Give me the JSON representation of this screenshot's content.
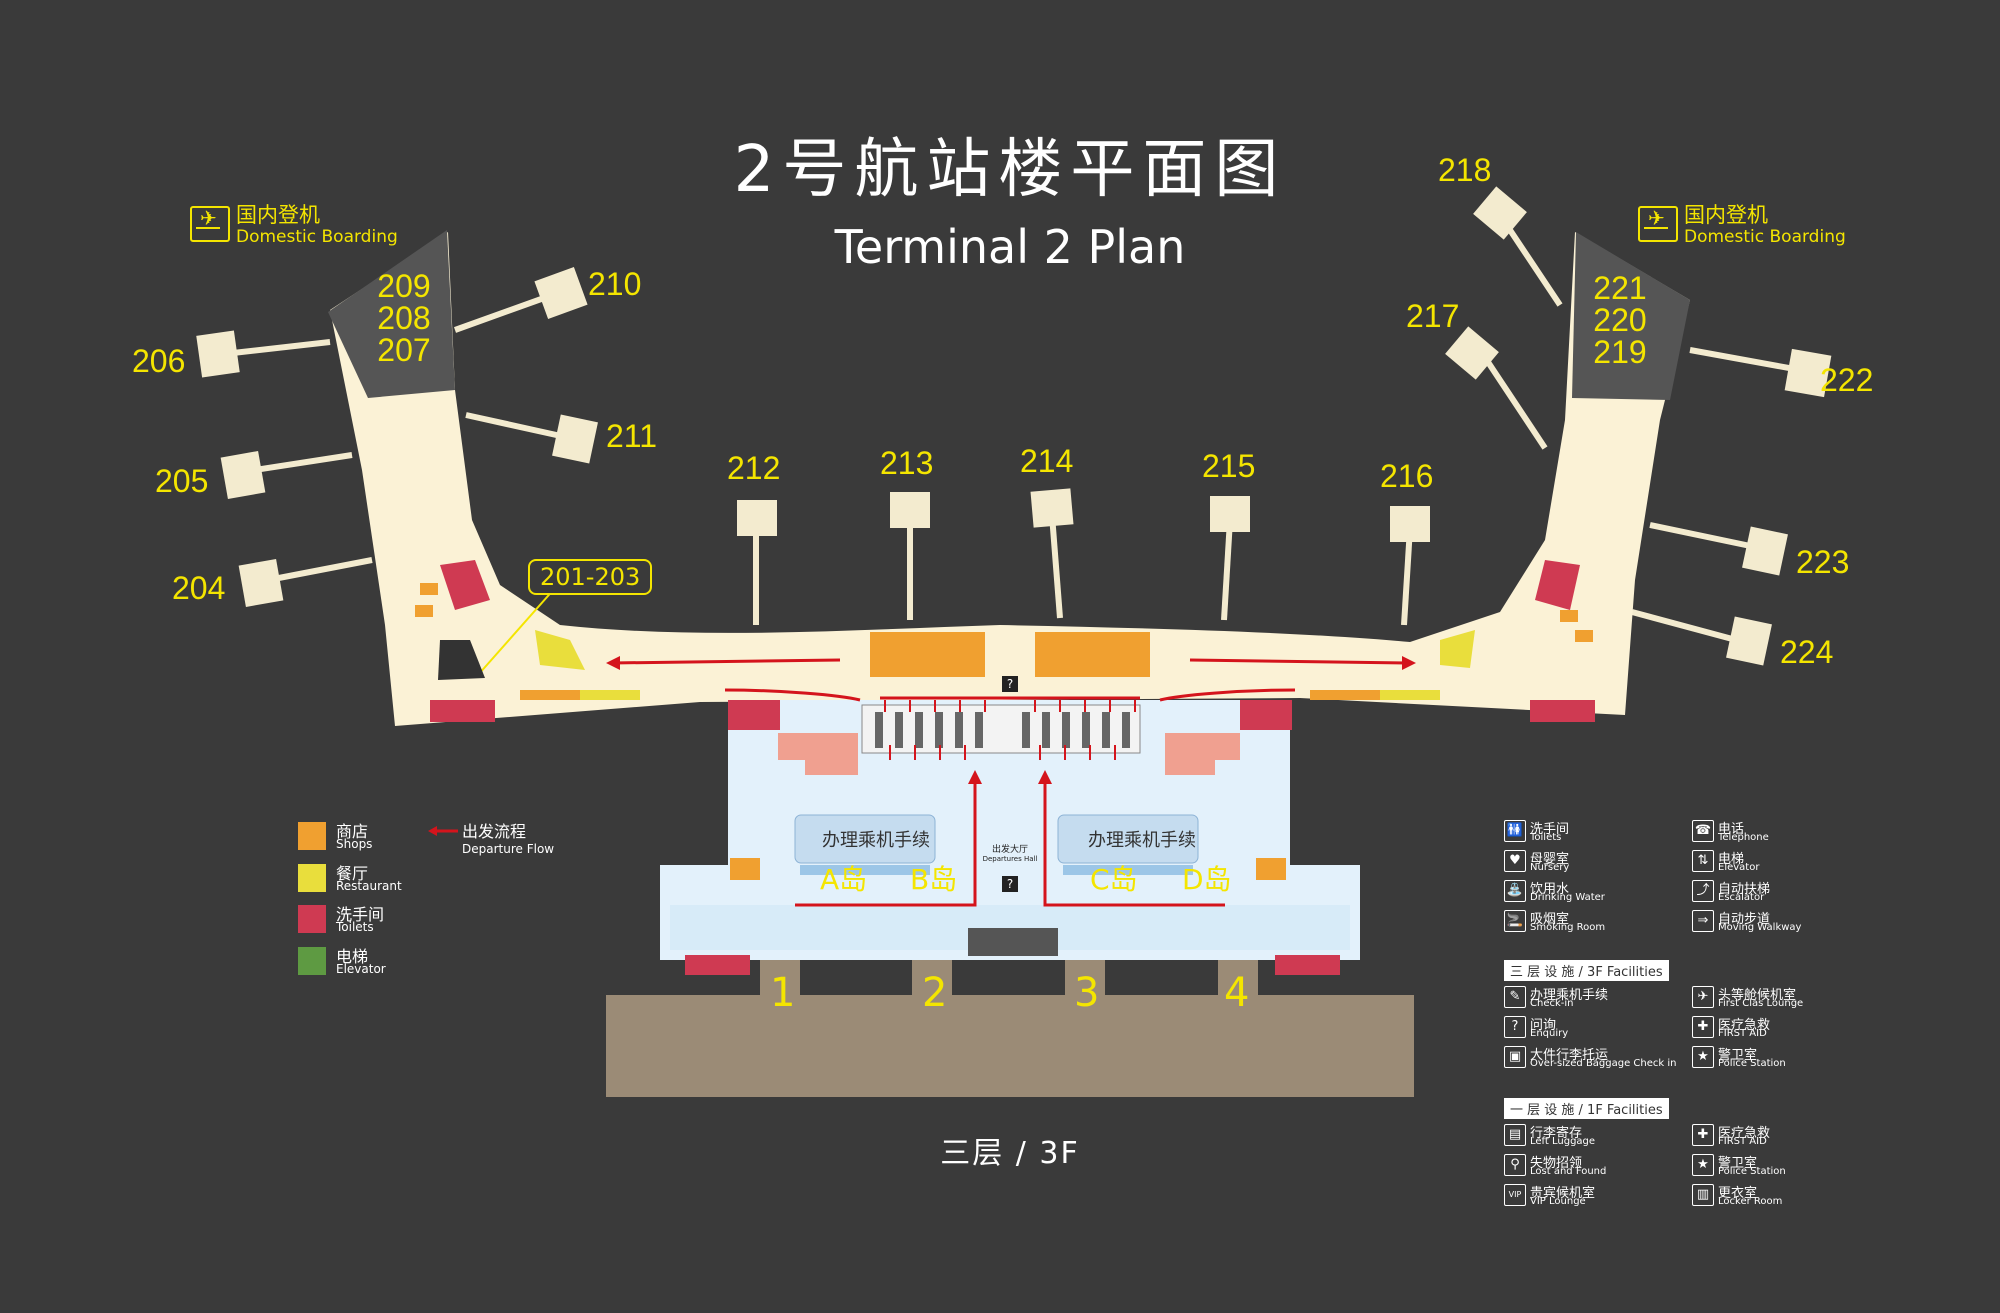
{
  "title": {
    "cn": "2号航站楼平面图",
    "en": "Terminal 2 Plan"
  },
  "floor_label": "三层 / 3F",
  "boarding_labels": [
    {
      "cn": "国内登机",
      "en": "Domestic Boarding"
    },
    {
      "cn": "国内登机",
      "en": "Domestic Boarding"
    }
  ],
  "gates": {
    "left_stack": [
      "209",
      "208",
      "207"
    ],
    "right_stack": [
      "221",
      "220",
      "219"
    ],
    "g206": "206",
    "g205": "205",
    "g204": "204",
    "g210": "210",
    "g211": "211",
    "g212": "212",
    "g213": "213",
    "g214": "214",
    "g215": "215",
    "g216": "216",
    "g217": "217",
    "g218": "218",
    "g222": "222",
    "g223": "223",
    "g224": "224",
    "group": "201-203"
  },
  "doors": [
    "1",
    "2",
    "3",
    "4"
  ],
  "checkin": {
    "left_label": "办理乘机手续",
    "right_label": "办理乘机手续",
    "islands": [
      "A岛",
      "B岛",
      "C岛",
      "D岛"
    ],
    "hall_cn": "出发大厅",
    "hall_en": "Departures Hall"
  },
  "legend": [
    {
      "cn": "商店",
      "en": "Shops",
      "color": "#f0a030"
    },
    {
      "cn": "餐厅",
      "en": "Restaurant",
      "color": "#e9de3c"
    },
    {
      "cn": "洗手间",
      "en": "Toilets",
      "color": "#cf3a52"
    },
    {
      "cn": "电梯",
      "en": "Elevator",
      "color": "#5e9a42"
    }
  ],
  "flow_legend": {
    "cn": "出发流程",
    "en": "Departure Flow"
  },
  "facilities_general": [
    {
      "icon": "🚻",
      "cn": "洗手间",
      "en": "Toilets"
    },
    {
      "icon": "☎",
      "cn": "电话",
      "en": "Telephone"
    },
    {
      "icon": "♥",
      "cn": "母婴室",
      "en": "Nursery"
    },
    {
      "icon": "⇅",
      "cn": "电梯",
      "en": "Elevator"
    },
    {
      "icon": "⛲",
      "cn": "饮用水",
      "en": "Drinking Water"
    },
    {
      "icon": "⤴",
      "cn": "自动扶梯",
      "en": "Escalator"
    },
    {
      "icon": "🚬",
      "cn": "吸烟室",
      "en": "Smoking Room"
    },
    {
      "icon": "⇒",
      "cn": "自动步道",
      "en": "Moving Walkway"
    }
  ],
  "facilities_3f": {
    "heading": "三 层 设 施 / 3F Facilities",
    "items": [
      {
        "icon": "✎",
        "cn": "办理乘机手续",
        "en": "Check-in"
      },
      {
        "icon": "✈",
        "cn": "头等舱候机室",
        "en": "First Clas Lounge"
      },
      {
        "icon": "?",
        "cn": "问询",
        "en": "Enquiry"
      },
      {
        "icon": "✚",
        "cn": "医疗急救",
        "en": "FIRST AID"
      },
      {
        "icon": "▣",
        "cn": "大件行李托运",
        "en": "Over-sized Baggage Check in"
      },
      {
        "icon": "★",
        "cn": "警卫室",
        "en": "Police Station"
      }
    ]
  },
  "facilities_1f": {
    "heading": "一 层 设 施 / 1F Facilities",
    "items": [
      {
        "icon": "▤",
        "cn": "行李寄存",
        "en": "Left Luggage"
      },
      {
        "icon": "✚",
        "cn": "医疗急救",
        "en": "FIRST AID"
      },
      {
        "icon": "⚲",
        "cn": "失物招领",
        "en": "Lost and Found"
      },
      {
        "icon": "★",
        "cn": "警卫室",
        "en": "Police Station"
      },
      {
        "icon": "VIP",
        "cn": "贵宾候机室",
        "en": "VIP Lounge"
      },
      {
        "icon": "▥",
        "cn": "更衣室",
        "en": "Locker Room"
      }
    ]
  },
  "colors": {
    "background": "#3a3a3a",
    "floor": "#fbf2d6",
    "gate_box": "#f3ebcf",
    "highlight": "#f4e500",
    "flow": "#d4141c",
    "curb": "#9b8b76"
  }
}
